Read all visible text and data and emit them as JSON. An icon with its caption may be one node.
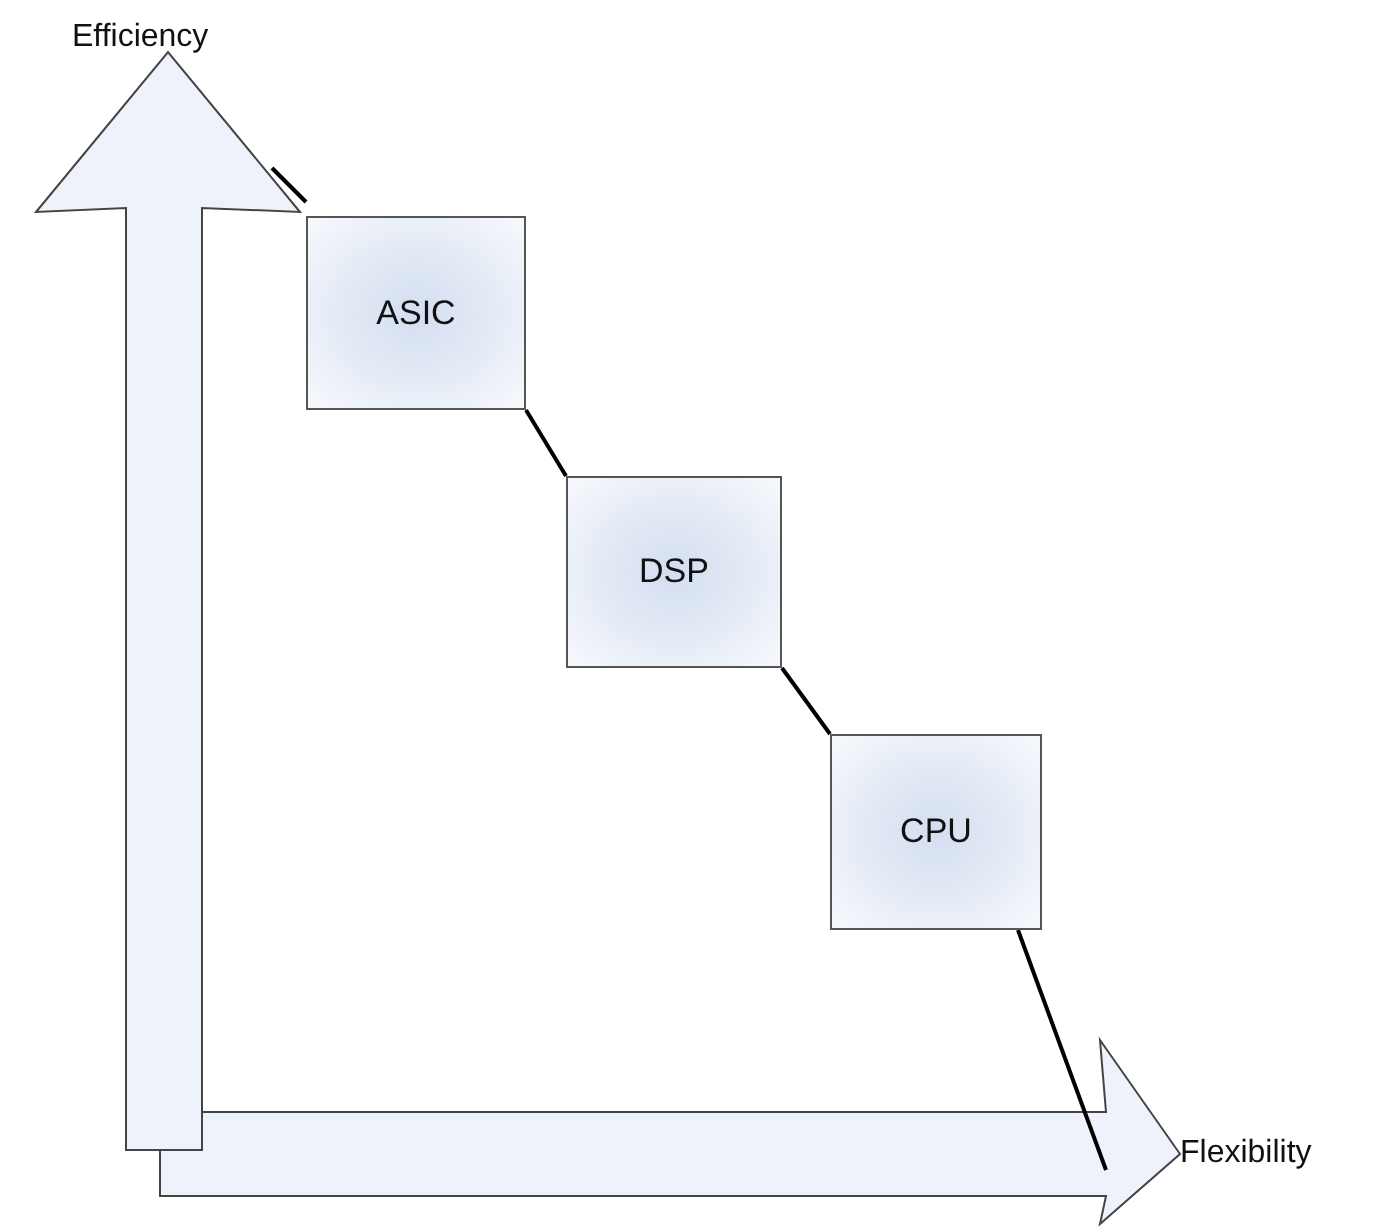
{
  "diagram": {
    "nodes": [
      {
        "text": [
          "ASIC"
        ]
      },
      {
        "text": [
          "DSP"
        ]
      },
      {
        "text": [
          "CPU"
        ]
      }
    ],
    "edges": [
      {
        "from": null,
        "to": 0,
        "arrow": "none"
      },
      {
        "from": 0,
        "to": 1,
        "arrow": "none"
      },
      {
        "from": 1,
        "to": 2,
        "arrow": "none"
      },
      {
        "from": 2,
        "to": null,
        "arrow": "none"
      }
    ],
    "labels": [
      "Efficiency",
      "Flexibility"
    ]
  }
}
